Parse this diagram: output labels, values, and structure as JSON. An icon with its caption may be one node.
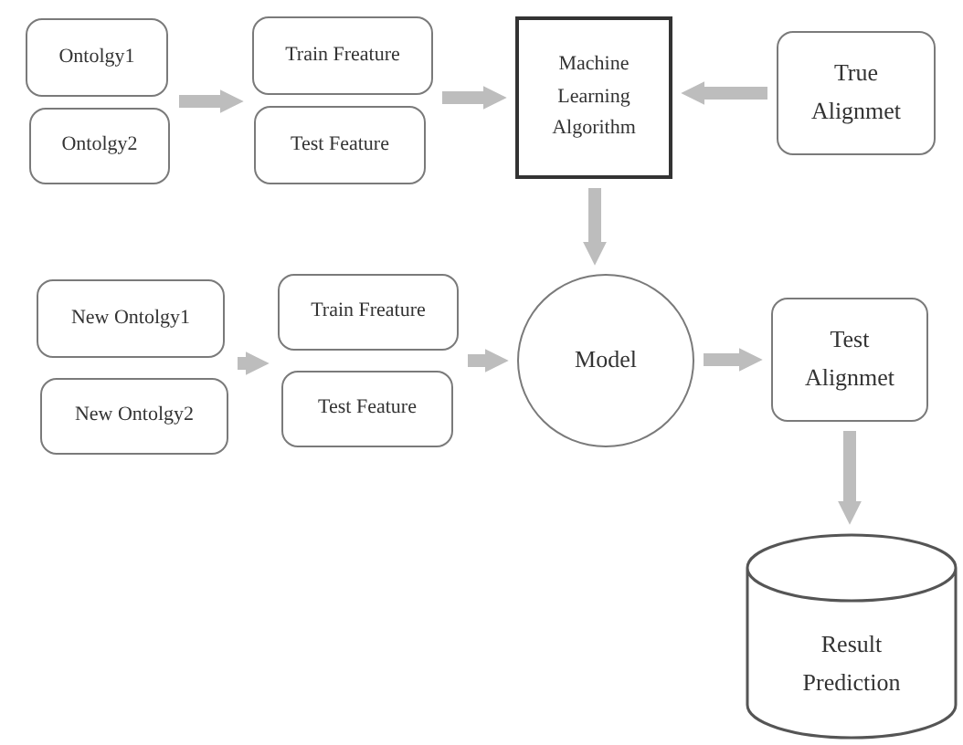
{
  "diagram": {
    "nodes": [
      {
        "text": [
          "Ontolgy1"
        ]
      },
      {
        "text": [
          "Ontolgy2"
        ]
      },
      {
        "text": [
          "Train Freature"
        ]
      },
      {
        "text": [
          "Test Feature"
        ]
      },
      {
        "text": [
          "Machine Learning Algorithm"
        ]
      },
      {
        "text": [
          "True Alignmet"
        ]
      },
      {
        "text": [
          "New Ontolgy1"
        ]
      },
      {
        "text": [
          "New Ontolgy2"
        ]
      },
      {
        "text": [
          "Train Freature"
        ]
      },
      {
        "text": [
          "Test Feature"
        ]
      },
      {
        "text": [
          "Model"
        ]
      },
      {
        "text": [
          "Test Alignmet"
        ]
      },
      {
        "text": [
          "Result Prediction"
        ]
      }
    ],
    "edges": [
      {
        "from": 0,
        "to": 2,
        "arrow": "to"
      },
      {
        "from": 0,
        "to": 3,
        "arrow": "to"
      },
      {
        "from": 1,
        "to": 2,
        "arrow": "to"
      },
      {
        "from": 1,
        "to": 3,
        "arrow": "to"
      },
      {
        "from": 2,
        "to": 4,
        "arrow": "to"
      },
      {
        "from": 3,
        "to": 4,
        "arrow": "to"
      },
      {
        "from": 5,
        "to": 4,
        "arrow": "to"
      },
      {
        "from": 4,
        "to": 10,
        "arrow": "to"
      },
      {
        "from": 6,
        "to": 8,
        "arrow": "to"
      },
      {
        "from": 6,
        "to": 9,
        "arrow": "to"
      },
      {
        "from": 7,
        "to": 8,
        "arrow": "to"
      },
      {
        "from": 7,
        "to": 9,
        "arrow": "to"
      },
      {
        "from": 8,
        "to": 10,
        "arrow": "to"
      },
      {
        "from": 9,
        "to": 10,
        "arrow": "to"
      },
      {
        "from": 10,
        "to": 11,
        "arrow": "to"
      },
      {
        "from": 11,
        "to": 12,
        "arrow": "to"
      }
    ]
  }
}
